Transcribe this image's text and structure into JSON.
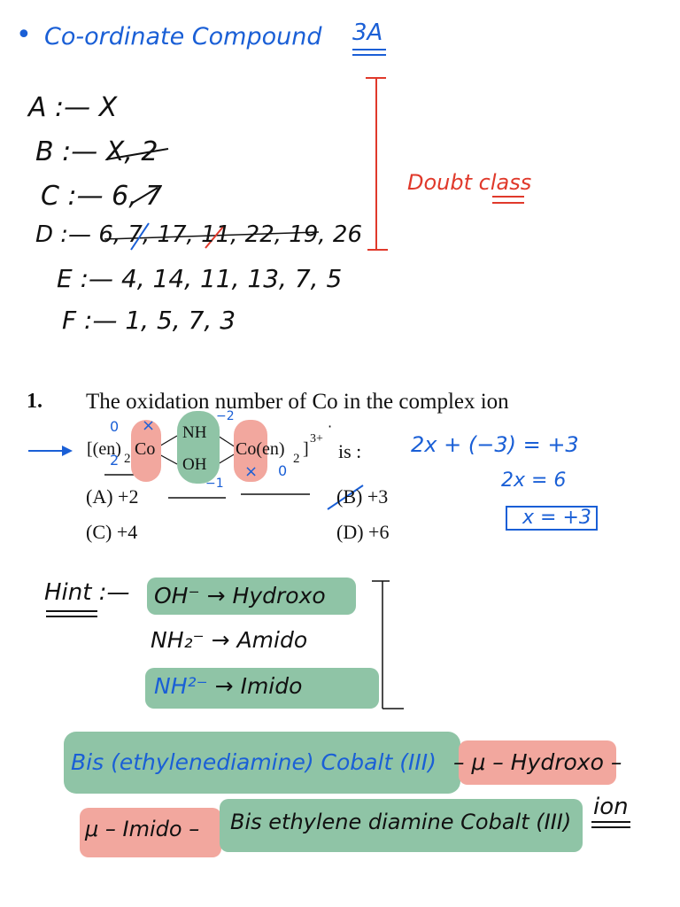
{
  "header": {
    "bullet": "•",
    "title": "Co-ordinate Compound",
    "batch": "3A"
  },
  "groups": [
    {
      "label": "A :—",
      "values": "X"
    },
    {
      "label": "B :—",
      "values": "X, 2"
    },
    {
      "label": "C :—",
      "values": "6, 7"
    },
    {
      "label": "D :—",
      "values": "6, 7, 17, 11, 22, 19, 26"
    },
    {
      "label": "E :—",
      "values": "4, 14, 11, 13, 7, 5"
    },
    {
      "label": "F :—",
      "values": "1, 5, 7, 3"
    }
  ],
  "doubt_class": "Doubt class",
  "question": {
    "number": "1.",
    "text": "The oxidation number of Co in the complex ion",
    "formula_left": "[(en)",
    "formula_sub2": "2",
    "formula_co1": "Co",
    "bridge_top": "NH",
    "bridge_bottom": "OH",
    "formula_right": "Co(en)",
    "formula_sub2b": "2",
    "formula_close": "]",
    "charge": "3+",
    "suffix": "is :",
    "options": [
      {
        "label": "(A) +2"
      },
      {
        "label": "(B) +3"
      },
      {
        "label": "(C) +4"
      },
      {
        "label": "(D) +6"
      }
    ]
  },
  "annotations": {
    "zero1": "0",
    "x1": "×",
    "minus2": "−2",
    "two": "2",
    "minus1": "−1",
    "x2": "×",
    "zero2": "0",
    "dot": "·"
  },
  "working": {
    "line1": "2x + (−3) = +3",
    "line2": "2x = 6",
    "answer": "x = +3"
  },
  "hint": {
    "label": "Hint :—",
    "rows": [
      {
        "ion": "OH⁻",
        "arrow": "→",
        "name": "Hydroxo"
      },
      {
        "ion": "NH₂⁻",
        "arrow": "→",
        "name": "Amido"
      },
      {
        "ion": "NH²⁻",
        "arrow": "→",
        "name": "Imido"
      }
    ]
  },
  "name_parts": {
    "p1": "Bis (ethylenediamine) Cobalt (III)",
    "p2": "– μ – Hydroxo –",
    "p3": "μ – Imido –",
    "p4": "Bis ethylene diamine Cobalt (III)",
    "p5": "ion"
  }
}
